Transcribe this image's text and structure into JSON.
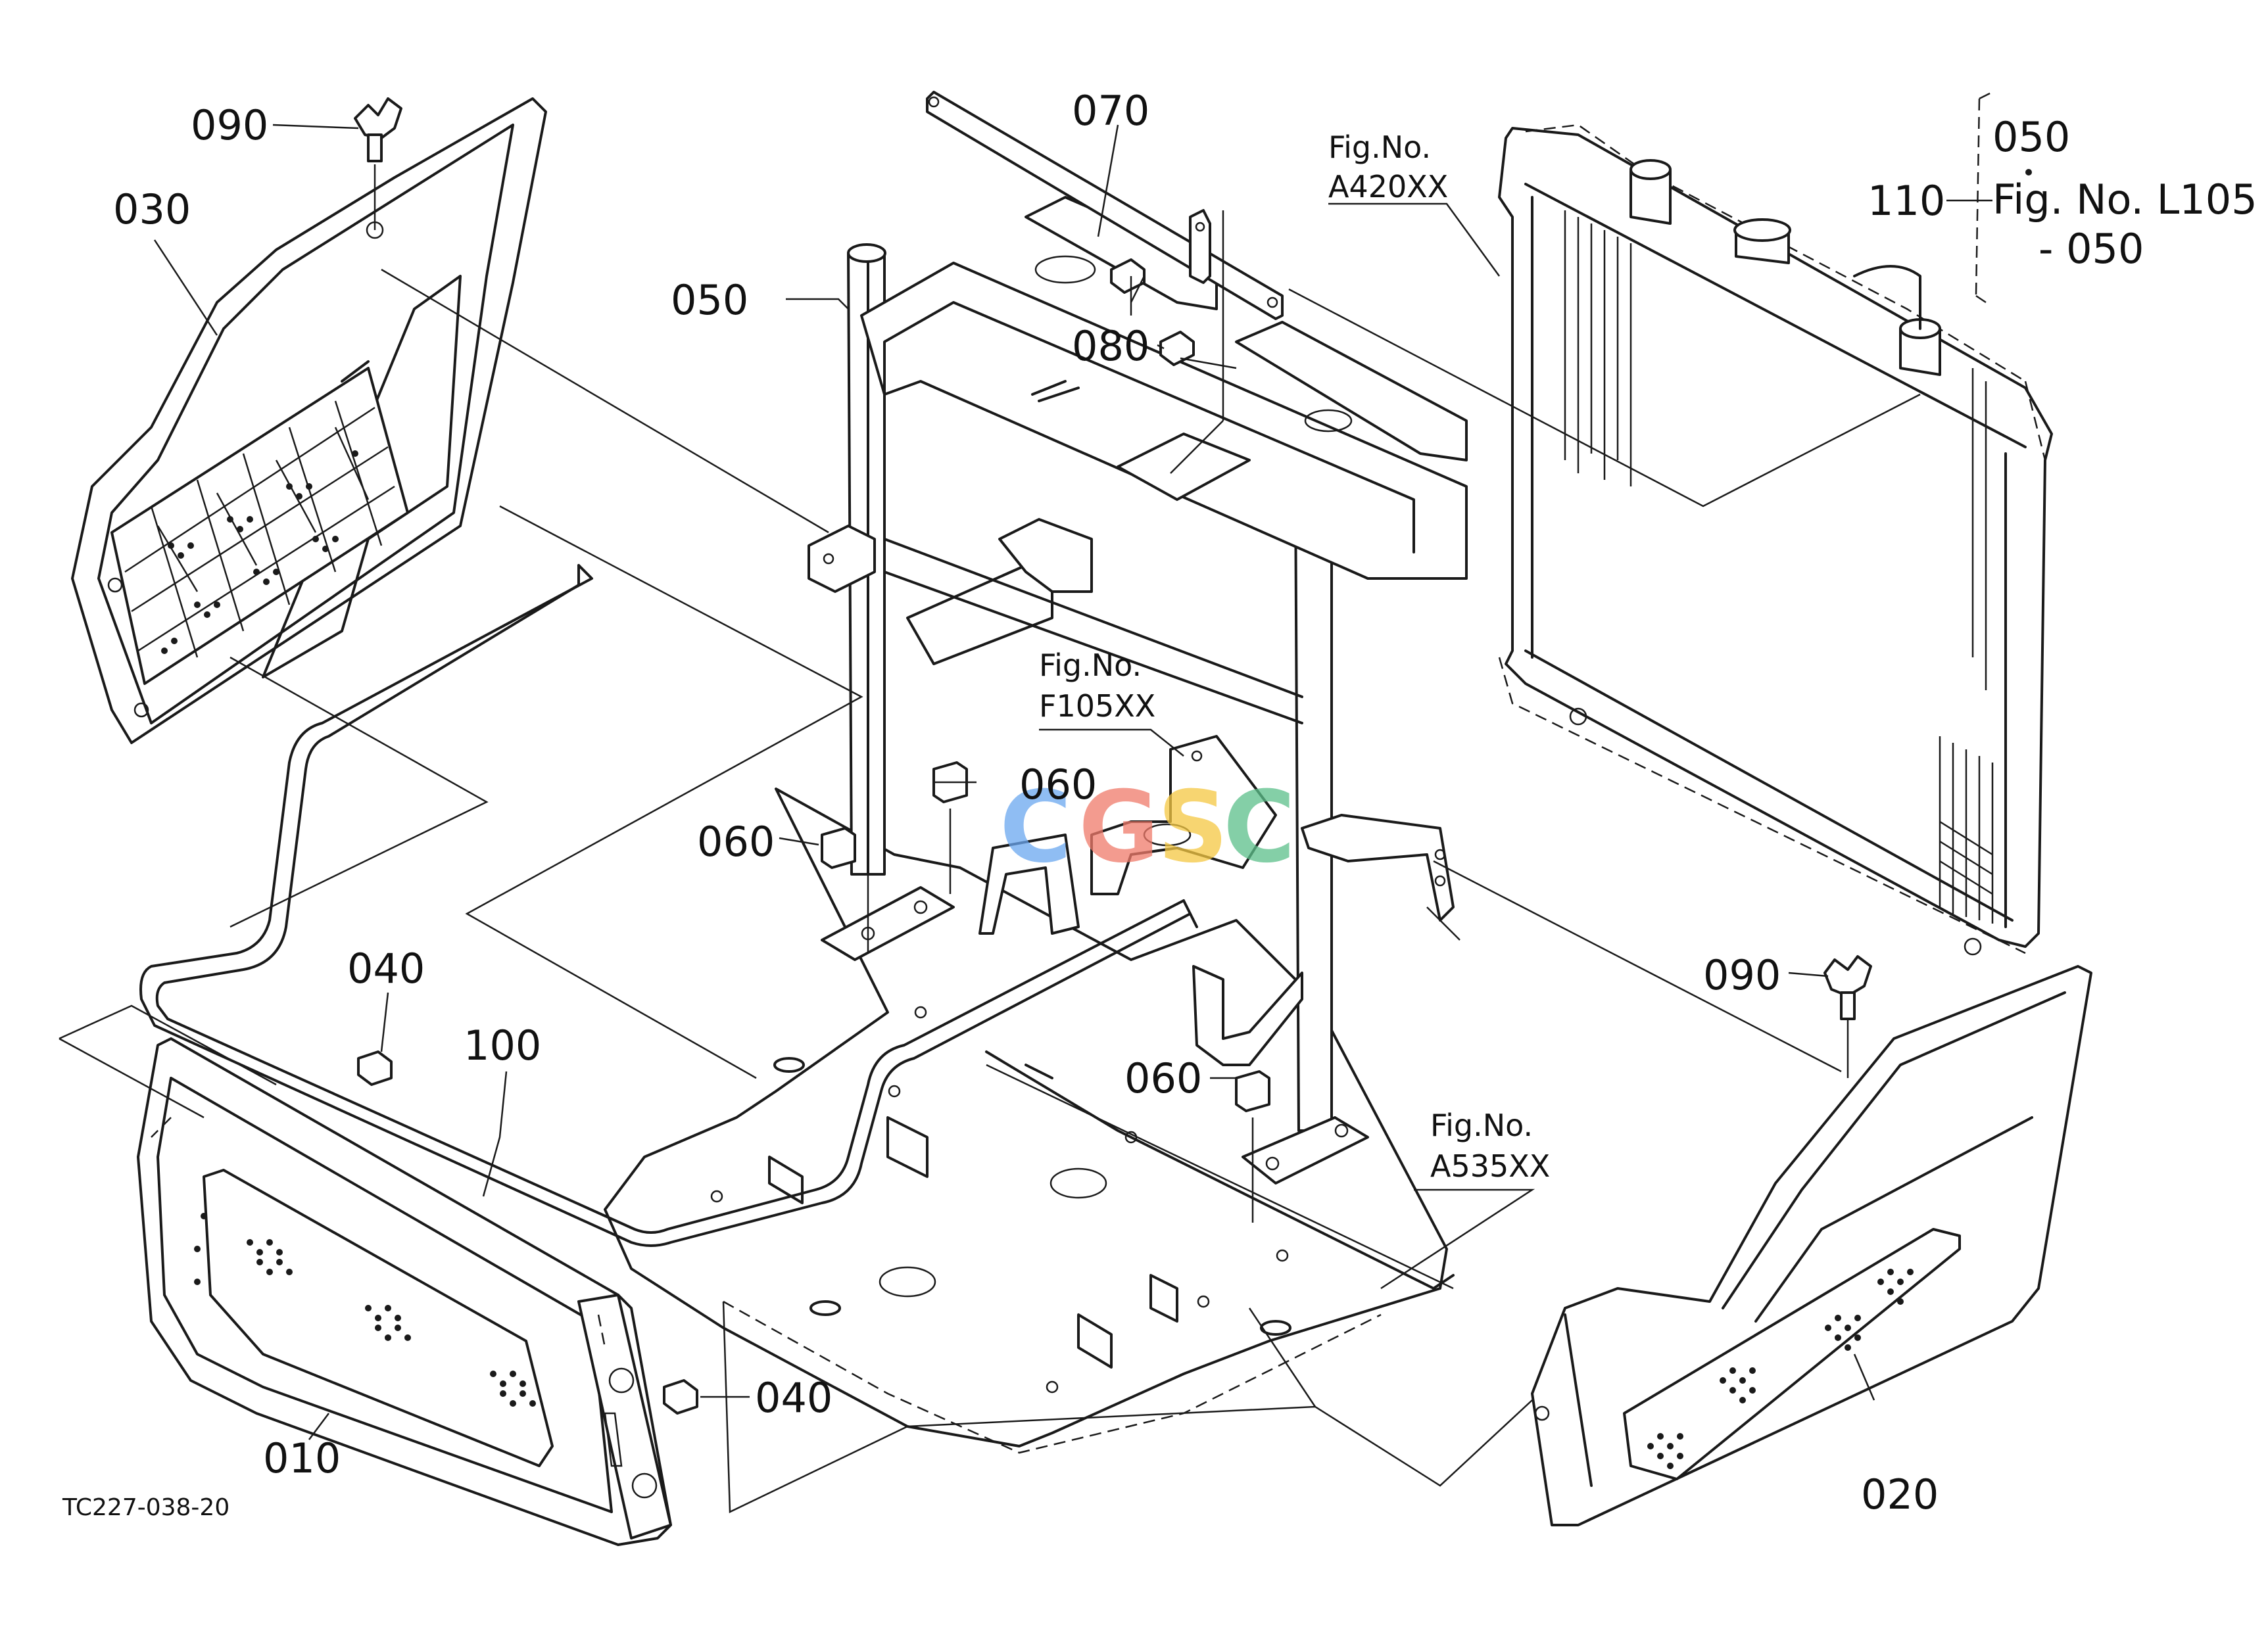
{
  "diagram": {
    "drawing_code": "TC227-038-20",
    "watermark": {
      "letters": [
        "C",
        "G",
        "S",
        "C"
      ],
      "colors": [
        "#6aa7f0",
        "#f07a6a",
        "#f5c842",
        "#5cc08a"
      ]
    },
    "callouts": {
      "part_010": "010",
      "part_020": "020",
      "part_030": "030",
      "part_040_top": "040",
      "part_040_bottom": "040",
      "part_050": "050",
      "part_060_a": "060",
      "part_060_b": "060",
      "part_060_c": "060",
      "part_070": "070",
      "part_080": "080",
      "part_090_left": "090",
      "part_090_right": "090",
      "part_100": "100",
      "part_110": "110"
    },
    "fig_refs": {
      "a420_head": "Fig.No.",
      "a420_code": "A420XX",
      "f105_head": "Fig.No.",
      "f105_code": "F105XX",
      "a535_head": "Fig.No.",
      "a535_code": "A535XX"
    },
    "radiator_note": {
      "line1": "050",
      "line2": "Fig. No. L105",
      "line3": "- 050"
    }
  }
}
